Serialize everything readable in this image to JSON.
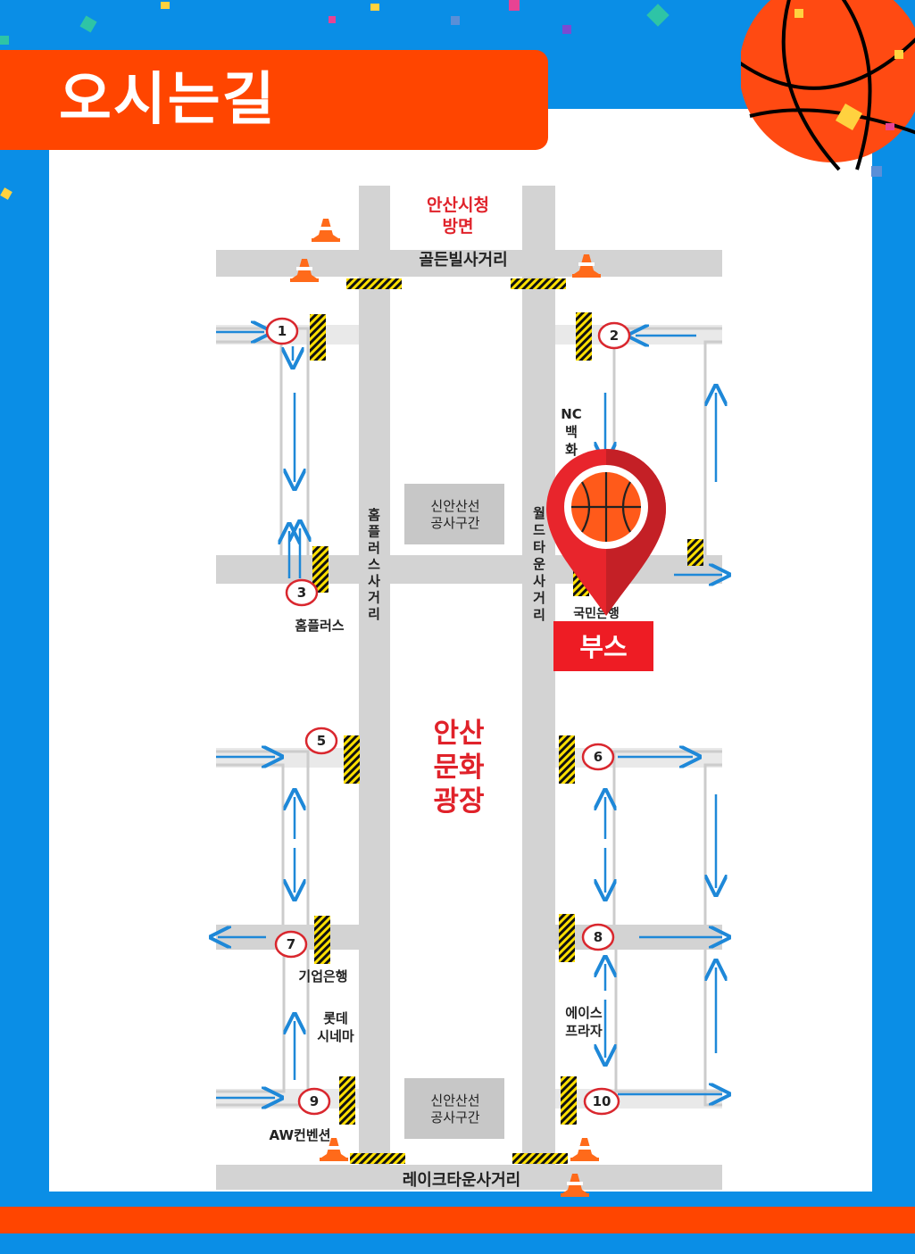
{
  "page_title": "오시는길",
  "colors": {
    "background_blue": "#0a8ee6",
    "accent_orange": "#ff4500",
    "road_gray": "#d3d3d3",
    "label_red": "#e0222a",
    "arrow_blue": "#1e88d8",
    "booth_red": "#ee1c24"
  },
  "map": {
    "top_direction": "안산시청\n방면",
    "top_intersection": "골든빌사거리",
    "bottom_intersection": "레이크타운사거리",
    "left_road": "홈\n플\n러\n스\n사\n거\n리",
    "right_road": "월\n드\n타\n운\n사\n거\n리",
    "plaza": "안산\n문화\n광장",
    "construction_top": "신안산선\n공사구간",
    "construction_bottom": "신안산선\n공사구간",
    "landmarks": {
      "nc_department": "NC\n백\n화",
      "homeplus": "홈플러스",
      "kookmin_bank": "국민은행",
      "ibk_bank": "기업은행",
      "lotte_cinema": "롯데\n시네마",
      "ace_plaza": "에이스\n프라자",
      "aw_convention": "AW컨벤션"
    },
    "gates": [
      "1",
      "2",
      "3",
      "5",
      "6",
      "7",
      "8",
      "9",
      "10"
    ],
    "booth": {
      "label": "부스",
      "marker_icon": "basketball-location-pin-icon"
    }
  }
}
